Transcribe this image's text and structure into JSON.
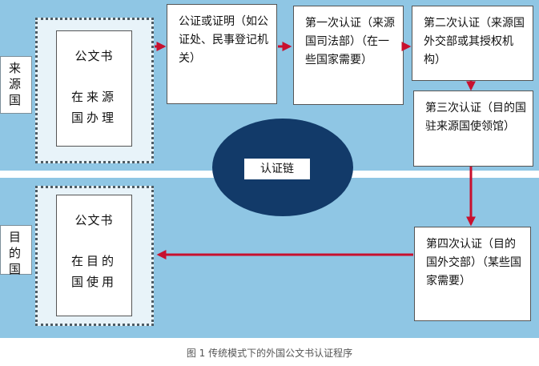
{
  "source_country": {
    "label": "来源国"
  },
  "destination_country": {
    "label": "目的国"
  },
  "document_top": {
    "title": "公文书",
    "note": "在来源国办理"
  },
  "document_bottom": {
    "title": "公文书",
    "note": "在目的国使用"
  },
  "steps": {
    "notarization": "公证或证明（如公证处、民事登记机关）",
    "first": "第一次认证（来源国司法部）（在一些国家需要）",
    "second": "第二次认证（来源国外交部或其授权机构）",
    "third": "第三次认证（目的国驻来源国使领馆）",
    "fourth": "第四次认证（目的国外交部）（某些国家需要）"
  },
  "center_label": "认证链",
  "caption": "图 1 传统模式下的外国公文书认证程序",
  "colors": {
    "band": "#8fc6e4",
    "arrow": "#c8102e",
    "oval": "#123a69"
  }
}
